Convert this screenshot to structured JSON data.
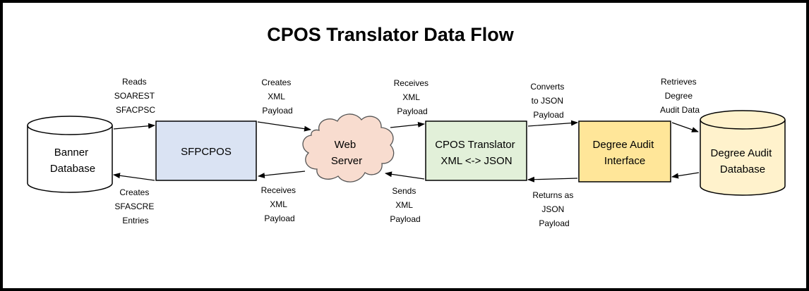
{
  "title": "CPOS Translator Data Flow",
  "colors": {
    "sfpcpos_fill": "#dae3f3",
    "translator_fill": "#e2f0d9",
    "interface_fill": "#ffe699",
    "audit_db_fill": "#fff2cc",
    "banner_db_fill": "#ffffff",
    "web_server_fill": "#f8dccf"
  },
  "nodes": {
    "banner_db": {
      "lines": [
        "Banner",
        "Database"
      ]
    },
    "sfpcpos": {
      "lines": [
        "SFPCPOS"
      ]
    },
    "web_server": {
      "lines": [
        "Web",
        "Server"
      ]
    },
    "translator": {
      "lines": [
        "CPOS Translator",
        "XML <-> JSON"
      ]
    },
    "interface": {
      "lines": [
        "Degree Audit",
        "Interface"
      ]
    },
    "audit_db": {
      "lines": [
        "Degree Audit",
        "Database"
      ]
    }
  },
  "edges": {
    "reads": {
      "lines": [
        "Reads",
        "SOAREST",
        "SFACPSC"
      ]
    },
    "creates_entries": {
      "lines": [
        "Creates",
        "SFASCRE",
        "Entries"
      ]
    },
    "creates_xml": {
      "lines": [
        "Creates",
        "XML",
        "Payload"
      ]
    },
    "receives_xml_left": {
      "lines": [
        "Receives",
        "XML",
        "Payload"
      ]
    },
    "receives_xml_right": {
      "lines": [
        "Receives",
        "XML",
        "Payload"
      ]
    },
    "sends_xml": {
      "lines": [
        "Sends",
        "XML",
        "Payload"
      ]
    },
    "converts_json": {
      "lines": [
        "Converts",
        "to JSON",
        "Payload"
      ]
    },
    "returns_json": {
      "lines": [
        "Returns as",
        "JSON",
        "Payload"
      ]
    },
    "retrieves": {
      "lines": [
        "Retrieves",
        "Degree",
        "Audit Data"
      ]
    }
  }
}
